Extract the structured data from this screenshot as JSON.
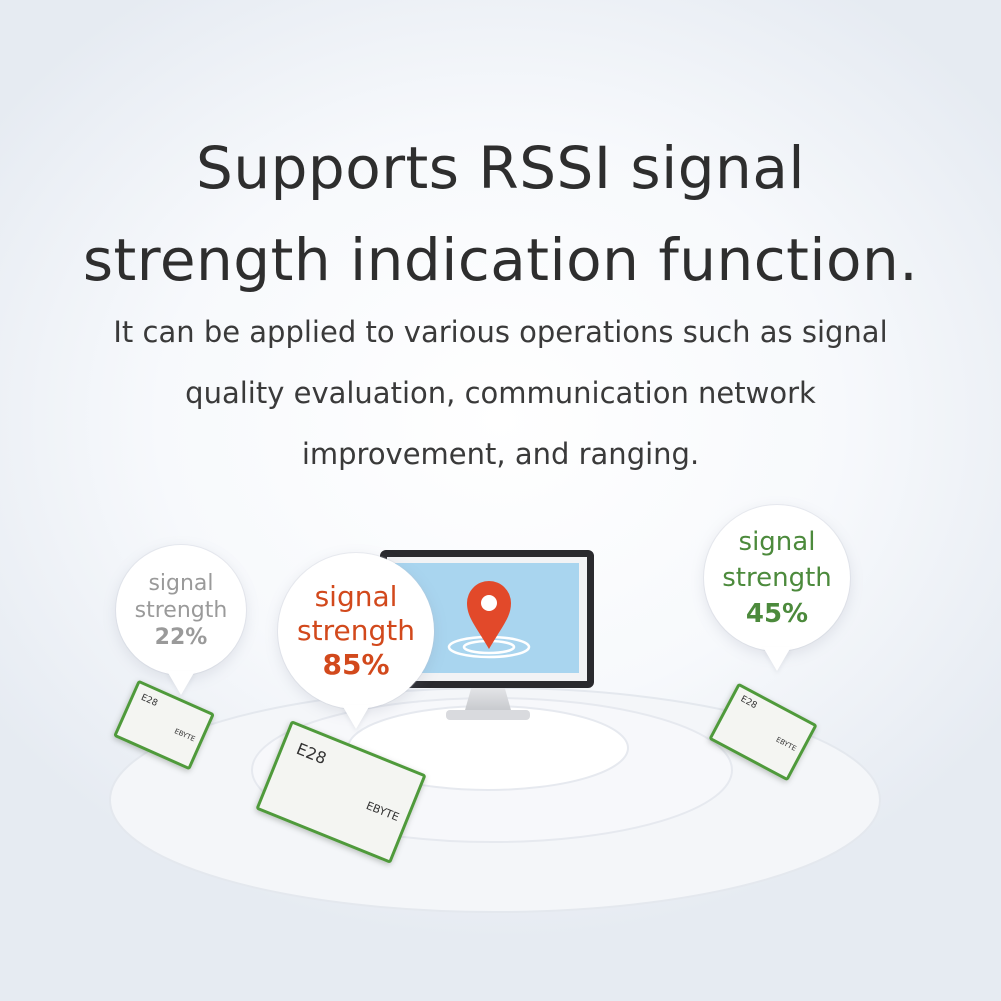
{
  "headline": {
    "line1": "Supports RSSI signal",
    "line2": "strength indication function."
  },
  "description": {
    "line1": "It can be applied to various operations such as signal",
    "line2": "quality evaluation, communication network",
    "line3": "improvement, and ranging."
  },
  "bubbles": [
    {
      "label1": "signal",
      "label2": "strength",
      "percent": "22%",
      "color": "#9a9a9a"
    },
    {
      "label1": "signal",
      "label2": "strength",
      "percent": "85%",
      "color": "#d2491c"
    },
    {
      "label1": "signal",
      "label2": "strength",
      "percent": "45%",
      "color": "#4c8a3c"
    }
  ],
  "module": {
    "model": "E28",
    "brand": "EBYTE"
  },
  "icons": [
    "monitor-icon",
    "location-pin-icon",
    "wifi-ripple-icon"
  ],
  "colors": {
    "pin": "#e2492a",
    "screen": "#a9d5ef",
    "pcb_border": "#4f9a3b"
  }
}
